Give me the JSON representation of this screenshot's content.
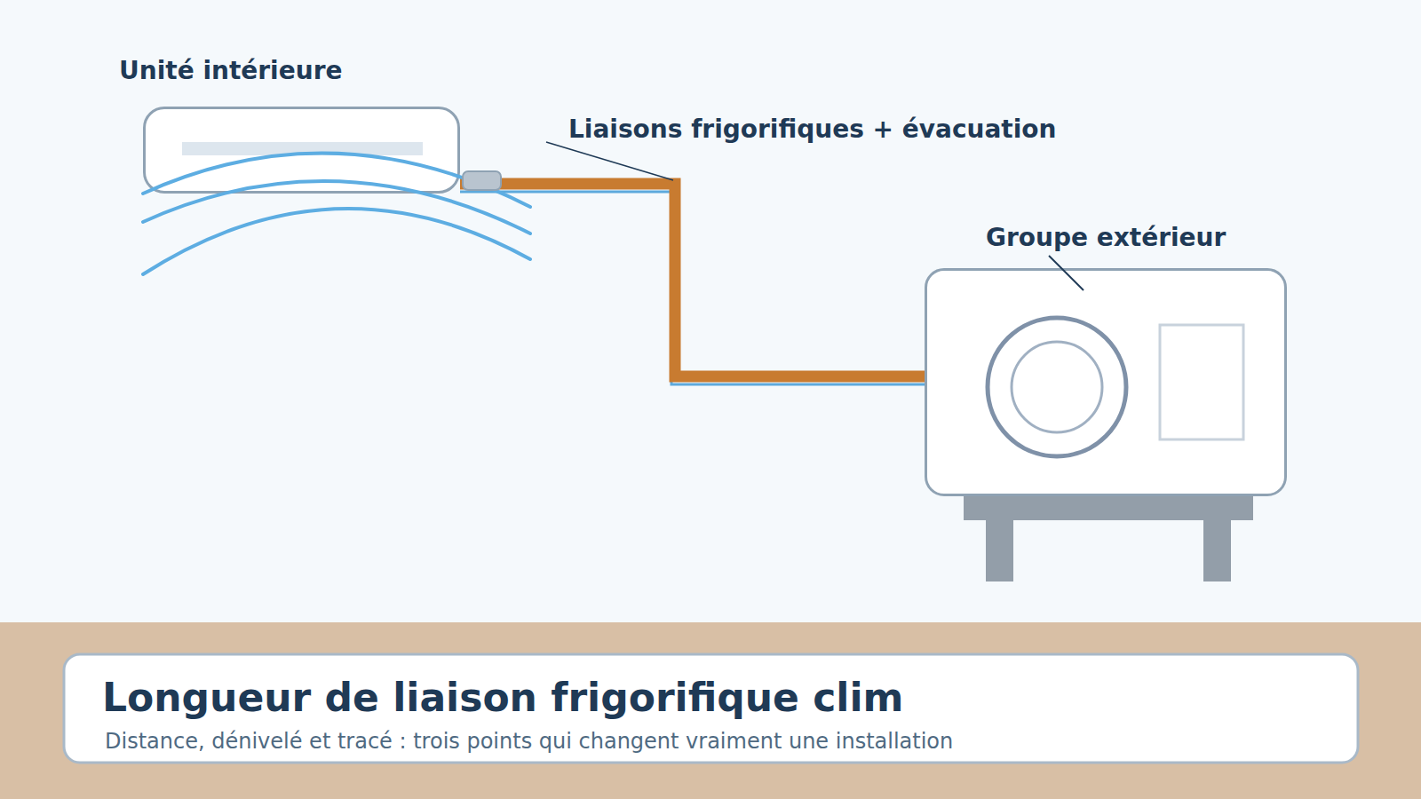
{
  "diagram": {
    "title": "Longueur de liaison frigorifique clim",
    "caption": "Distance, dénivelé et tracé : trois points qui changent vraiment une installation",
    "nodes": [
      {
        "text": [
          "Unité intérieure"
        ]
      },
      {
        "text": [
          "Groupe extérieur"
        ]
      }
    ],
    "edges": [
      {
        "from": 0,
        "to": 1,
        "arrow": "none",
        "label": "Liaisons frigorifiques + évacuation"
      }
    ]
  }
}
